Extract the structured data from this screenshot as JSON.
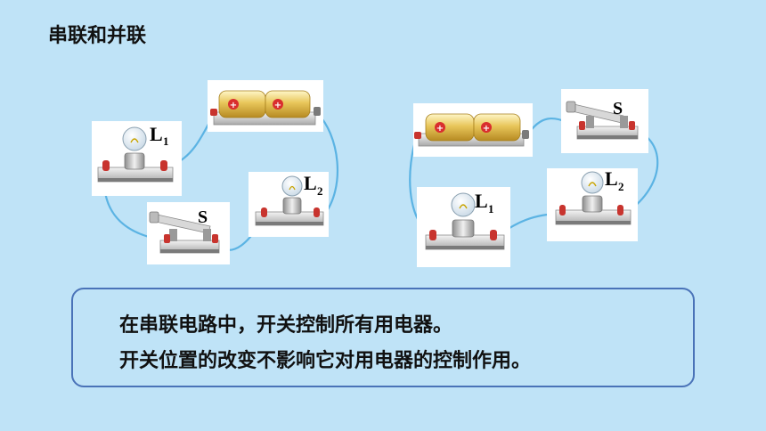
{
  "title": "串联和并联",
  "left_circuit": {
    "bulb1_label": "L",
    "bulb1_sub": "1",
    "bulb2_label": "L",
    "bulb2_sub": "2",
    "switch_label": "S"
  },
  "right_circuit": {
    "bulb1_label": "L",
    "bulb1_sub": "1",
    "bulb2_label": "L",
    "bulb2_sub": "2",
    "switch_label": "S"
  },
  "note": {
    "line1": "在串联电路中，开关控制所有用电器。",
    "line2": "开关位置的改变不影响它对用电器的控制作用。"
  },
  "colors": {
    "background": "#bfe3f7",
    "wire": "#5bb3e3",
    "note_border": "#4a73b8",
    "terminal": "#c8342e"
  }
}
